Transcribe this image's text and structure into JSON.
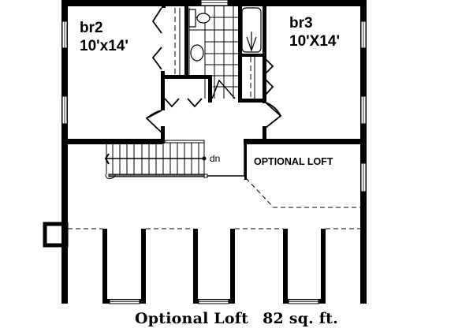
{
  "rooms": {
    "br2": {
      "name": "br2",
      "size": "10'x14'"
    },
    "br3": {
      "name": "br3",
      "size": "10'X14'"
    },
    "loft": {
      "name": "OPTIONAL LOFT"
    }
  },
  "stairs": {
    "direction_label": "dn"
  },
  "caption": {
    "title": "Optional Loft",
    "area": "82 sq. ft."
  },
  "colors": {
    "wall": "#000000",
    "background": "#ffffff"
  }
}
